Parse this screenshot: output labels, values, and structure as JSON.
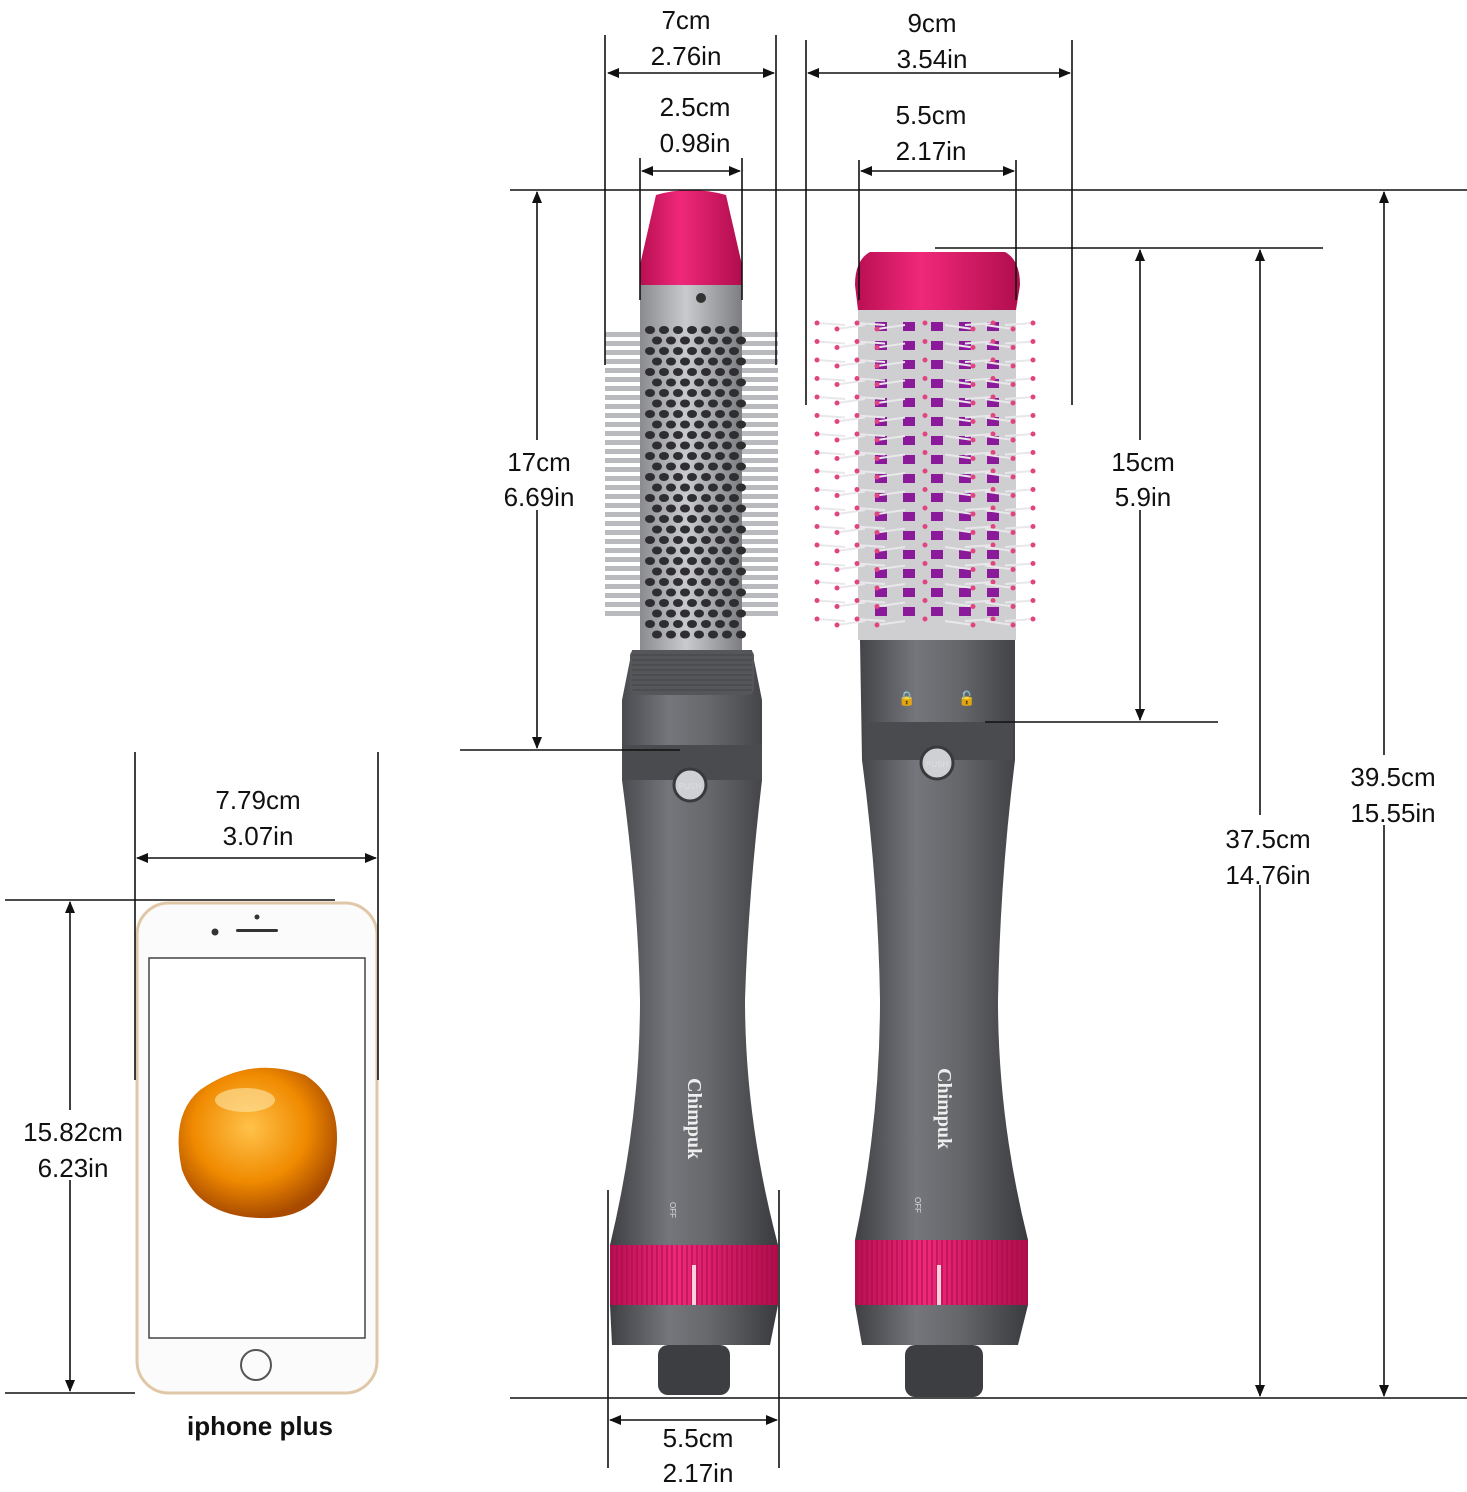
{
  "dimensions": {
    "left_outer_width": {
      "cm": "7cm",
      "in": "2.76in"
    },
    "left_barrel_width": {
      "cm": "2.5cm",
      "in": "0.98in"
    },
    "right_outer_width": {
      "cm": "9cm",
      "in": "3.54in"
    },
    "right_barrel_width": {
      "cm": "5.5cm",
      "in": "2.17in"
    },
    "left_attachment_length": {
      "cm": "17cm",
      "in": "6.69in"
    },
    "right_attachment_length": {
      "cm": "15cm",
      "in": "5.9in"
    },
    "right_total_length": {
      "cm": "37.5cm",
      "in": "14.76in"
    },
    "left_total_length": {
      "cm": "39.5cm",
      "in": "15.55in"
    },
    "phone_width": {
      "cm": "7.79cm",
      "in": "3.07in"
    },
    "phone_height": {
      "cm": "15.82cm",
      "in": "6.23in"
    },
    "handle_base_width": {
      "cm": "5.5cm",
      "in": "2.17in"
    }
  },
  "phone_label": "iphone plus",
  "product": {
    "brand": "Chimpuk",
    "button_label": "PUSH",
    "switch_off_label": "OFF"
  },
  "colors": {
    "body_gray": "#5e5f63",
    "accent_pink": "#e8196b",
    "bristle_tip": "#e0457f",
    "barrel_purple": "#8b1a9a"
  }
}
